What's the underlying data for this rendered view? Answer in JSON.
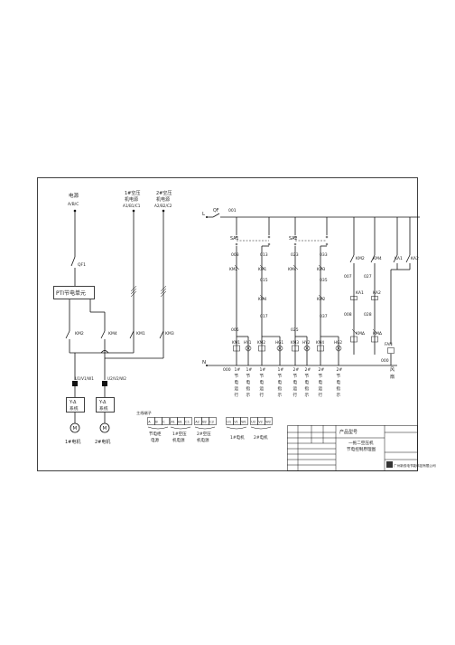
{
  "left_circuit": {
    "source_label": "电源",
    "source_phases": "A/B/C",
    "comp1_label_a": "1#空压",
    "comp1_label_b": "机电源",
    "comp1_phases": "A1/B1/C1",
    "comp2_label_a": "2#空压",
    "comp2_label_b": "机电源",
    "comp2_phases": "A2/B2/C2",
    "breaker": "QF1",
    "unit_label": "PTI节电单元",
    "contactors": [
      "KM2",
      "KM4",
      "KM1",
      "KM3"
    ],
    "out1": "U1/V1/W1",
    "out2": "U2/V2/W2",
    "sys1_a": "Y-Δ",
    "sys1_b": "系统",
    "sys2_a": "Y-Δ",
    "sys2_b": "系统",
    "motor_symbol": "M",
    "motor1": "1#电机",
    "motor2": "2#电机"
  },
  "terminals": {
    "title": "主线端子",
    "group1": [
      "A",
      "B",
      "C"
    ],
    "group2": [
      "A1",
      "B1",
      "C1"
    ],
    "group3": [
      "A2",
      "B2",
      "C2"
    ],
    "group4": [
      "U1",
      "V1",
      "W1"
    ],
    "group5": [
      "U2",
      "V2",
      "W2"
    ],
    "label1_a": "节电柜",
    "label1_b": "电源",
    "label2_a": "1#空压",
    "label2_b": "机电源",
    "label3_a": "2#空压",
    "label3_b": "机电源",
    "label4": "1#电机",
    "label5": "2#电机"
  },
  "control": {
    "L": "L",
    "N": "N",
    "QF": "QF",
    "w001": "001",
    "w000": "000",
    "SA1": "SA1",
    "SA2": "SA2",
    "w003": "003",
    "w013": "013",
    "w023": "023",
    "w033": "033",
    "w015": "015",
    "w035": "035",
    "w017": "017",
    "w037": "037",
    "w005": "005",
    "w025": "025",
    "w007": "007",
    "w027": "027",
    "w008": "008",
    "w028": "028",
    "w000b": "000",
    "contacts_a": [
      "KM2",
      "KM1",
      "KM4",
      "KM3"
    ],
    "contacts_b": [
      "KM4",
      "KM2"
    ],
    "KM2r": "KM2",
    "KM4r": "KM4",
    "KA1r": "KA1",
    "KA2r": "KA2",
    "KA1b": "KA1",
    "KA2b": "KA2",
    "KMd1": "KMΔ",
    "KMd2": "KMΔ",
    "coils": [
      "KM1",
      "HY1",
      "KM2",
      "HG1",
      "KM3",
      "HY2",
      "KM4",
      "HG2"
    ],
    "FAN": "FAN",
    "desc": [
      [
        "1#",
        "节",
        "电",
        "运",
        "行"
      ],
      [
        "1#",
        "节",
        "电",
        "指",
        "示"
      ],
      [
        "1#",
        "节",
        "电",
        "运",
        "行"
      ],
      [
        "1#",
        "节",
        "电",
        "指",
        "示"
      ],
      [
        "2#",
        "节",
        "电",
        "运",
        "行"
      ],
      [
        "2#",
        "节",
        "电",
        "指",
        "示"
      ],
      [
        "2#",
        "节",
        "电",
        "运",
        "行"
      ],
      [
        "2#",
        "节",
        "电",
        "指",
        "示"
      ]
    ],
    "fan_a": "风",
    "fan_b": "扇"
  },
  "title_block": {
    "product": "产品型号",
    "drawing_a": "一拖二空压机",
    "drawing_b": "节电控制原理图",
    "company": "广州新双电节能科技有限公司"
  },
  "colors": {
    "line": "#111111",
    "paper": "#ffffff"
  }
}
